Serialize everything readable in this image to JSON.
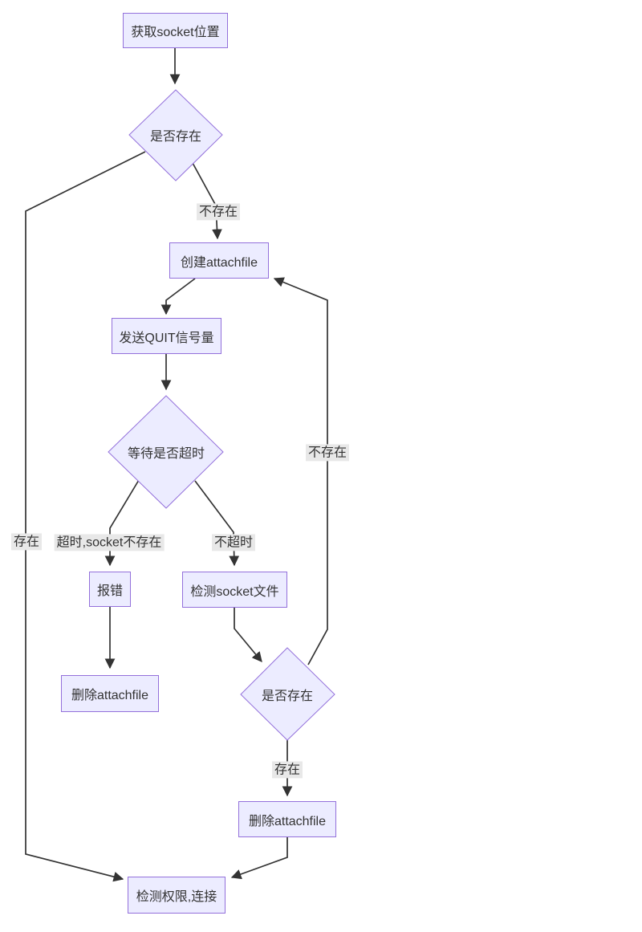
{
  "diagram": {
    "type": "flowchart",
    "direction": "top-down",
    "colors": {
      "background": "#ffffff",
      "node_fill": "#ECECFF",
      "node_border": "#9370DB",
      "edge_stroke": "#333333",
      "edge_label_background": "#e8e8e8",
      "text": "#333333"
    },
    "nodes": {
      "get_socket": {
        "label": "获取socket位置",
        "shape": "rect"
      },
      "exists_check_top": {
        "label": "是否存在",
        "shape": "diamond"
      },
      "create_attachfile": {
        "label": "创建attachfile",
        "shape": "rect"
      },
      "send_quit": {
        "label": "发送QUIT信号量",
        "shape": "rect"
      },
      "wait_timeout": {
        "label": "等待是否超时",
        "shape": "diamond"
      },
      "report_error": {
        "label": "报错",
        "shape": "rect"
      },
      "check_socket_file": {
        "label": "检测socket文件",
        "shape": "rect"
      },
      "delete_attachfile_left": {
        "label": "删除attachfile",
        "shape": "rect"
      },
      "exists_check_bottom": {
        "label": "是否存在",
        "shape": "diamond"
      },
      "delete_attachfile_bottom": {
        "label": "删除attachfile",
        "shape": "rect"
      },
      "check_permission": {
        "label": "检测权限,连接",
        "shape": "rect"
      }
    },
    "edge_labels": {
      "not_exists_top": "不存在",
      "exists_long_left": "存在",
      "timeout_socket_missing": "超时,socket不存在",
      "not_timeout": "不超时",
      "not_exists_loop": "不存在",
      "exists_bottom": "存在"
    }
  }
}
